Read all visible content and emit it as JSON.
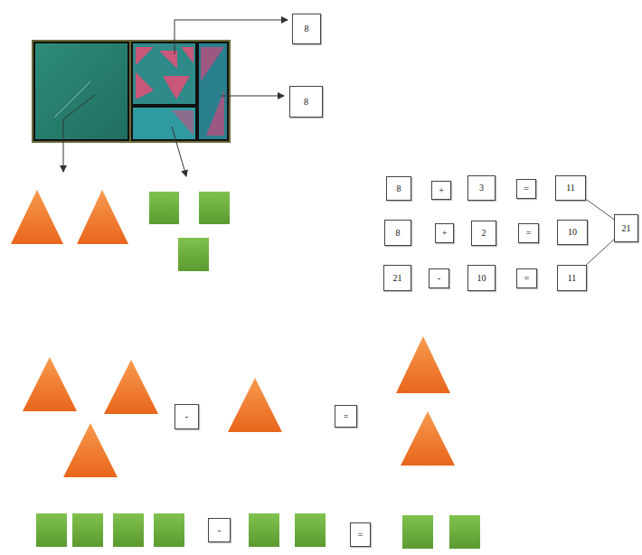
{
  "diagram": {
    "nodes": [
      {
        "text": [
          "8"
        ]
      },
      {
        "text": [
          "8"
        ]
      },
      {
        "text": [
          "8"
        ]
      },
      {
        "text": [
          "+"
        ]
      },
      {
        "text": [
          "3"
        ]
      },
      {
        "text": [
          "="
        ]
      },
      {
        "text": [
          "11"
        ]
      },
      {
        "text": [
          "8"
        ]
      },
      {
        "text": [
          "+"
        ]
      },
      {
        "text": [
          "2"
        ]
      },
      {
        "text": [
          "="
        ]
      },
      {
        "text": [
          "10"
        ]
      },
      {
        "text": [
          "21"
        ]
      },
      {
        "text": [
          "21"
        ]
      },
      {
        "text": [
          "-"
        ]
      },
      {
        "text": [
          "10"
        ]
      },
      {
        "text": [
          "="
        ]
      },
      {
        "text": [
          "11"
        ]
      },
      {
        "text": [
          "-"
        ]
      },
      {
        "text": [
          "="
        ]
      },
      {
        "text": [
          "-"
        ]
      },
      {
        "text": [
          "="
        ]
      }
    ],
    "edges": [
      {
        "from": 6,
        "to": 12,
        "arrow": "none"
      },
      {
        "from": 17,
        "to": 12,
        "arrow": "none"
      }
    ]
  }
}
